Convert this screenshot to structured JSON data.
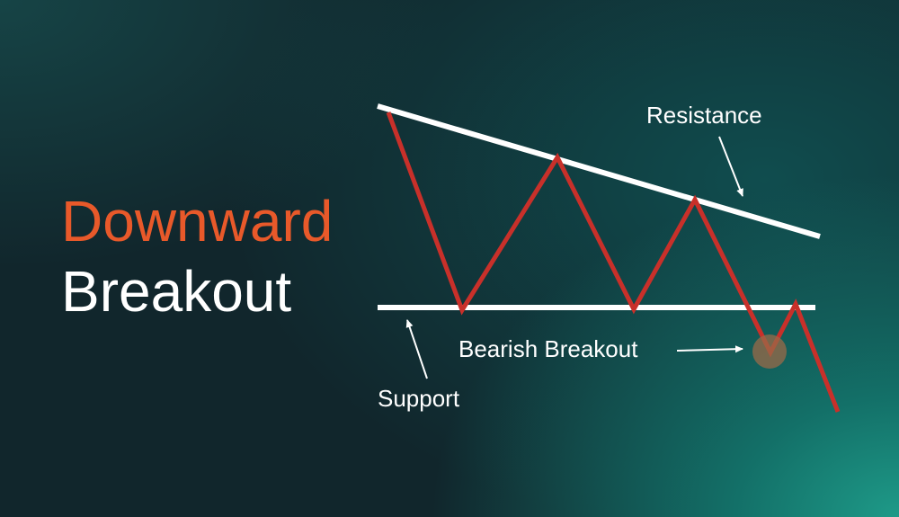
{
  "title": {
    "line1": "Downward",
    "line2": "Breakout"
  },
  "labels": {
    "resistance": "Resistance",
    "support": "Support",
    "bearish_breakout": "Bearish Breakout"
  },
  "colors": {
    "accent": "#e8592a",
    "price_line": "#c8302a",
    "trend_lines": "#ffffff",
    "highlight": "#7b6149"
  }
}
